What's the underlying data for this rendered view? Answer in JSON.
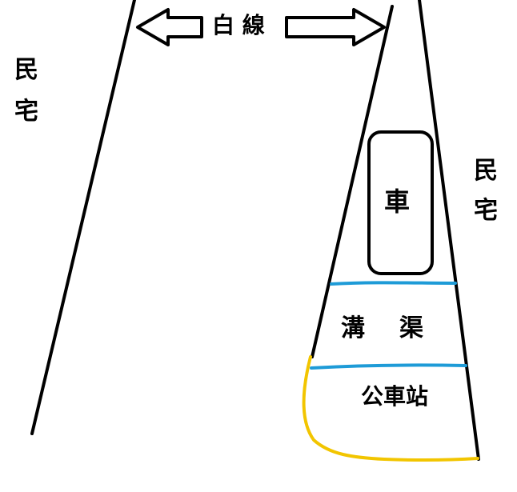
{
  "labels": {
    "white_line": "白 線",
    "left_house_1": "民",
    "left_house_2": "宅",
    "right_house_1": "民",
    "right_house_2": "宅",
    "car": "車",
    "ditch_1": "溝",
    "ditch_2": "渠",
    "bus_stop": "公車站"
  },
  "colors": {
    "line": "#000000",
    "ditch": "#1e9bd7",
    "bus_stop_curve": "#f2c500",
    "background": "#ffffff"
  },
  "icons": {
    "left_arrow": "left-arrow-icon",
    "right_arrow": "right-arrow-icon"
  }
}
